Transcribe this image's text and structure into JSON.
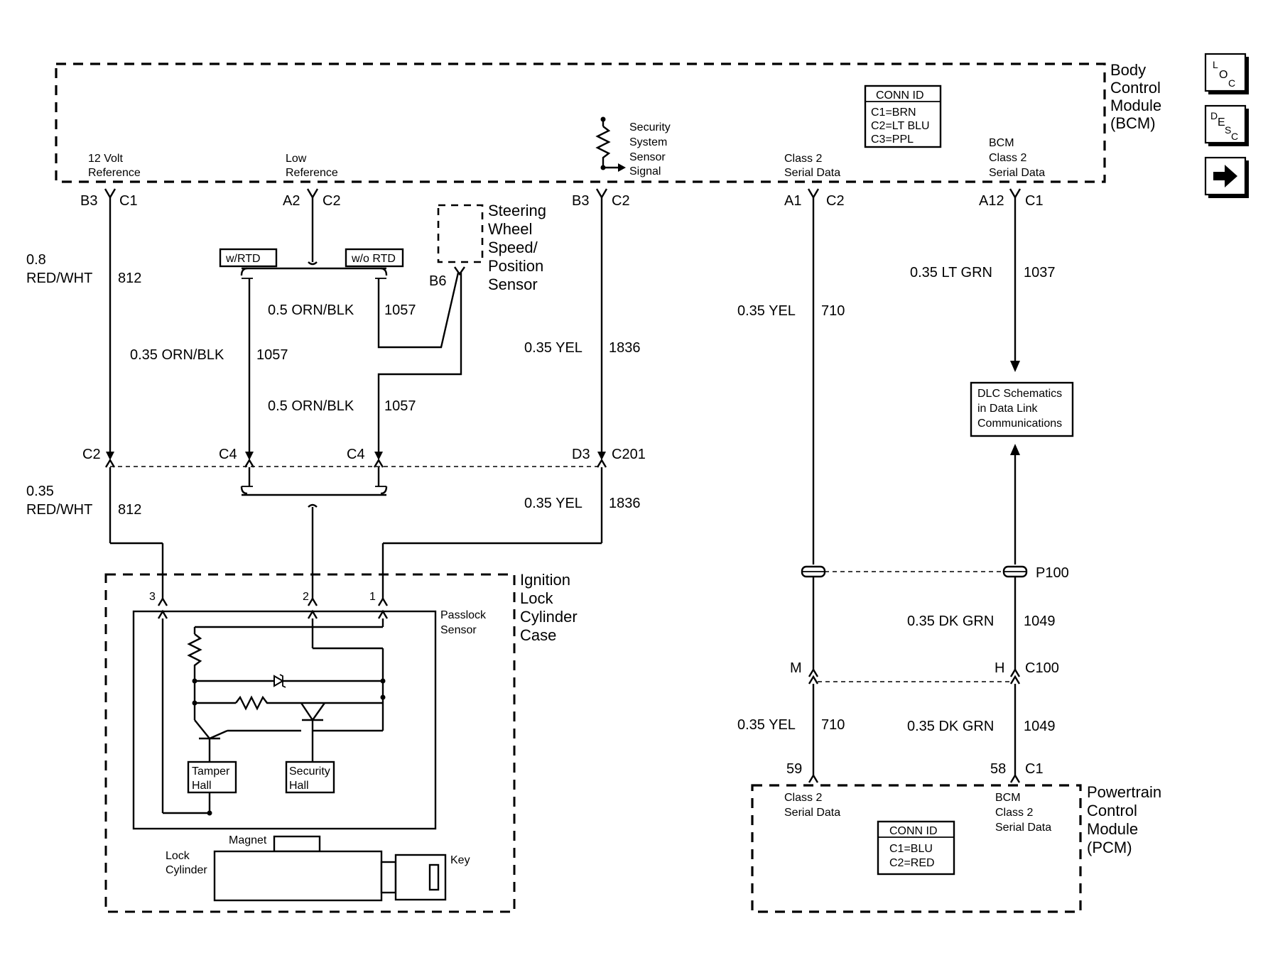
{
  "modules": {
    "bcm": {
      "line1": "Body",
      "line2": "Control",
      "line3": "Module",
      "line4": "(BCM)"
    },
    "pcm": {
      "line1": "Powertrain",
      "line2": "Control",
      "line3": "Module",
      "line4": "(PCM)"
    },
    "ignition": {
      "line1": "Ignition",
      "line2": "Lock",
      "line3": "Cylinder",
      "line4": "Case"
    },
    "steering": {
      "line1": "Steering",
      "line2": "Wheel",
      "line3": "Speed/",
      "line4": "Position",
      "line5": "Sensor"
    }
  },
  "bcm_labels": {
    "ref12_1": "12 Volt",
    "ref12_2": "Reference",
    "lowref_1": "Low",
    "lowref_2": "Reference",
    "sec_1": "Security",
    "sec_2": "System",
    "sec_3": "Sensor",
    "sec_4": "Signal",
    "class2_1": "Class 2",
    "class2_2": "Serial Data",
    "bcmc2_1": "BCM",
    "bcmc2_2": "Class 2",
    "bcmc2_3": "Serial Data"
  },
  "bcm_conn": {
    "title": "CONN ID",
    "c1": "C1=BRN",
    "c2": "C2=LT BLU",
    "c3": "C3=PPL"
  },
  "pcm_conn": {
    "title": "CONN ID",
    "c1": "C1=BLU",
    "c2": "C2=RED"
  },
  "pcm_labels": {
    "class2_1": "Class 2",
    "class2_2": "Serial Data",
    "bcmc2_1": "BCM",
    "bcmc2_2": "Class 2",
    "bcmc2_3": "Serial Data"
  },
  "pins": {
    "b3c1_pin": "B3",
    "b3c1_conn": "C1",
    "a2c2_pin": "A2",
    "a2c2_conn": "C2",
    "b3c2_pin": "B3",
    "b3c2_conn": "C2",
    "a1c2_pin": "A1",
    "a1c2_conn": "C2",
    "a12c1_pin": "A12",
    "a12c1_conn": "C1",
    "b6": "B6",
    "c2": "C2",
    "c4a": "C4",
    "c4b": "C4",
    "d3": "D3",
    "c201": "C201",
    "p100": "P100",
    "m": "M",
    "h": "H",
    "c100": "C100",
    "p59": "59",
    "p58": "58",
    "pc1": "C1",
    "ig3": "3",
    "ig2": "2",
    "ig1": "1"
  },
  "wires": {
    "w1_size": "0.8",
    "w1_color": "RED/WHT",
    "w1_num": "812",
    "w2_size": "0.35",
    "w2_color": "RED/WHT",
    "w2_num": "812",
    "w3_label": "0.35 ORN/BLK",
    "w3_num": "1057",
    "w4_label": "0.5 ORN/BLK",
    "w4_num": "1057",
    "w5_label": "0.5 ORN/BLK",
    "w5_num": "1057",
    "w6_label": "0.35 YEL",
    "w6_num": "1836",
    "w7_label": "0.35 YEL",
    "w7_num": "1836",
    "w8_label": "0.35 YEL",
    "w8_num": "710",
    "w9_label": "0.35 YEL",
    "w9_num": "710",
    "w10_label": "0.35 LT GRN",
    "w10_num": "1037",
    "w11_label": "0.35 DK GRN",
    "w11_num": "1049",
    "w12_label": "0.35 DK GRN",
    "w12_num": "1049"
  },
  "options": {
    "rtd": "w/RTD",
    "no_rtd": "w/o RTD"
  },
  "dlc": {
    "line1": "DLC Schematics",
    "line2": "in Data Link",
    "line3": "Communications"
  },
  "passlock": {
    "line1": "Passlock",
    "line2": "Sensor"
  },
  "components": {
    "tamper_1": "Tamper",
    "tamper_2": "Hall",
    "security_1": "Security",
    "security_2": "Hall",
    "magnet": "Magnet",
    "lock_1": "Lock",
    "lock_2": "Cylinder",
    "key": "Key"
  },
  "nav": {
    "loc": {
      "l": "L",
      "o": "O",
      "c": "C"
    },
    "desc": {
      "d": "D",
      "e": "E",
      "s": "S",
      "c": "C"
    },
    "next_icon": "right-arrow-icon"
  }
}
